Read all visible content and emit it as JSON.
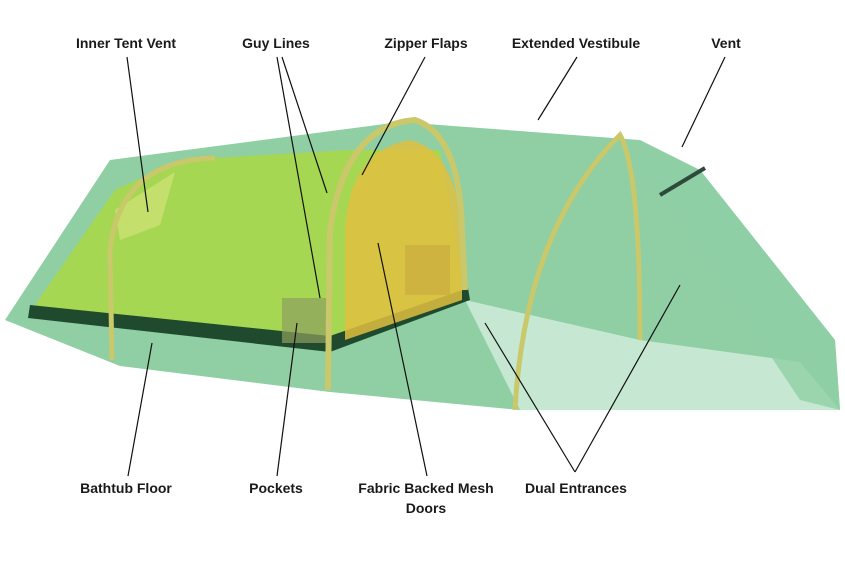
{
  "labels": {
    "inner_tent_vent": "Inner Tent Vent",
    "guy_lines": "Guy Lines",
    "zipper_flaps": "Zipper Flaps",
    "extended_vestibule": "Extended Vestibule",
    "vent": "Vent",
    "bathtub_floor": "Bathtub Floor",
    "pockets": "Pockets",
    "mesh_doors_line1": "Fabric Backed Mesh",
    "mesh_doors_line2": "Doors",
    "dual_entrances": "Dual Entrances"
  },
  "colors": {
    "fly": "#6dbb86",
    "inner": "#a8d84a",
    "bathtub": "#1f4a2e",
    "door": "#e0c040",
    "pole": "#c9c86a",
    "leader": "#111111"
  }
}
